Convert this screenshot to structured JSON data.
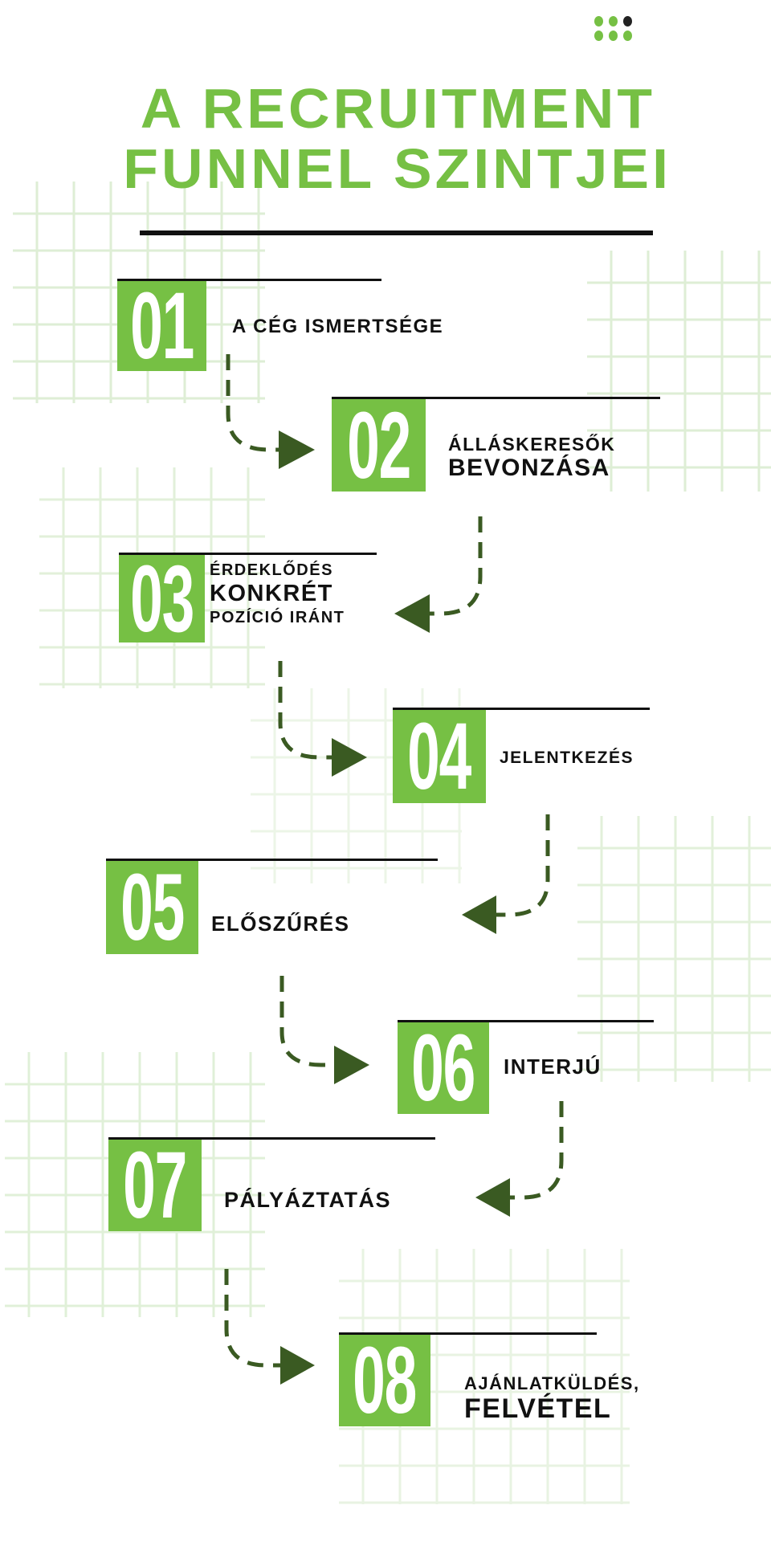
{
  "title": {
    "line1": "A RECRUITMENT",
    "line2": "FUNNEL SZINTJEI"
  },
  "colors": {
    "accent": "#76c044",
    "arrow": "#3a5a22",
    "grid": "#d6ebcb",
    "text": "#111111"
  },
  "steps": [
    {
      "number": "01",
      "lines": [
        "A CÉG ISMERTSÉGE"
      ]
    },
    {
      "number": "02",
      "lines": [
        "ÁLLÁSKERESŐK",
        "BEVONZÁSA"
      ]
    },
    {
      "number": "03",
      "lines": [
        "ÉRDEKLŐDÉS",
        "KONKRÉT",
        "POZÍCIÓ IRÁNT"
      ]
    },
    {
      "number": "04",
      "lines": [
        "JELENTKEZÉS"
      ]
    },
    {
      "number": "05",
      "lines": [
        "ELŐSZŰRÉS"
      ]
    },
    {
      "number": "06",
      "lines": [
        "INTERJÚ"
      ]
    },
    {
      "number": "07",
      "lines": [
        "PÁLYÁZTATÁS"
      ]
    },
    {
      "number": "08",
      "lines": [
        "AJÁNLATKÜLDÉS,",
        "FELVÉTEL"
      ]
    }
  ]
}
